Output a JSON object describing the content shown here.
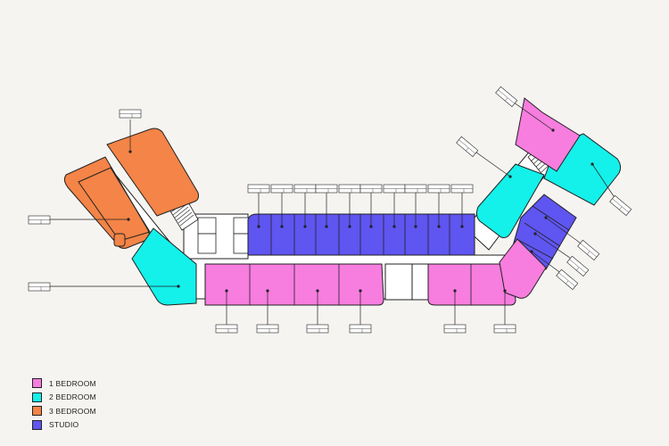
{
  "colors": {
    "one_bedroom": "#f77ddf",
    "two_bedroom": "#14f0ea",
    "three_bedroom": "#f48447",
    "studio": "#5f55f0",
    "outline": "#222222",
    "corridor": "#ffffff",
    "background": "#f5f4f1"
  },
  "legend": [
    {
      "label": "1 BEDROOM",
      "color_key": "one_bedroom"
    },
    {
      "label": "2 BEDROOM",
      "color_key": "two_bedroom"
    },
    {
      "label": "3 BEDROOM",
      "color_key": "three_bedroom"
    },
    {
      "label": "STUDIO",
      "color_key": "studio"
    }
  ]
}
